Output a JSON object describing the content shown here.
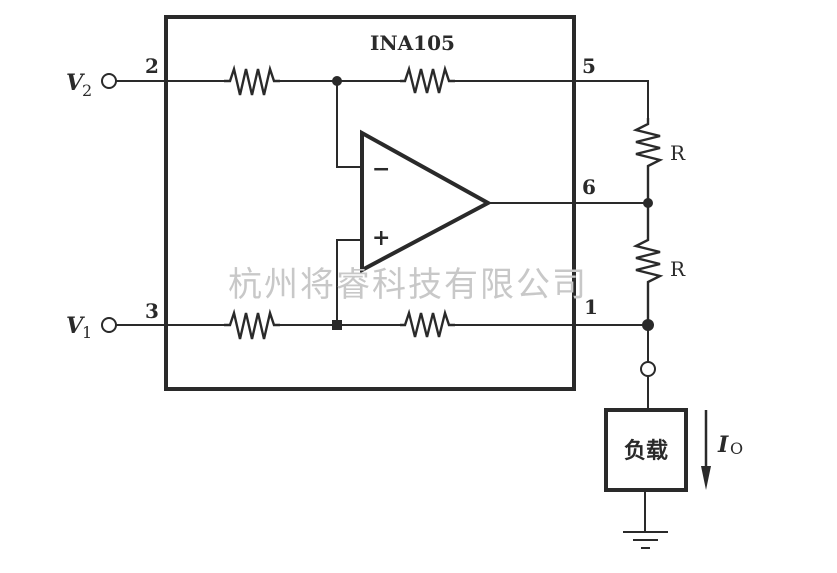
{
  "diagram": {
    "chip_name": "INA105",
    "inputs": [
      {
        "label": "V",
        "subscript": "2",
        "pin": "2"
      },
      {
        "label": "V",
        "subscript": "1",
        "pin": "3"
      }
    ],
    "output_pins": {
      "pin5": "5",
      "pin6": "6",
      "pin1": "1"
    },
    "opamp": {
      "inverting_sign": "−",
      "noninverting_sign": "+"
    },
    "external_resistors": [
      {
        "label": "R"
      },
      {
        "label": "R"
      }
    ],
    "load": {
      "label": "负载"
    },
    "current": {
      "label": "I",
      "subscript": "O"
    },
    "watermark": "杭州将睿科技有限公司"
  }
}
